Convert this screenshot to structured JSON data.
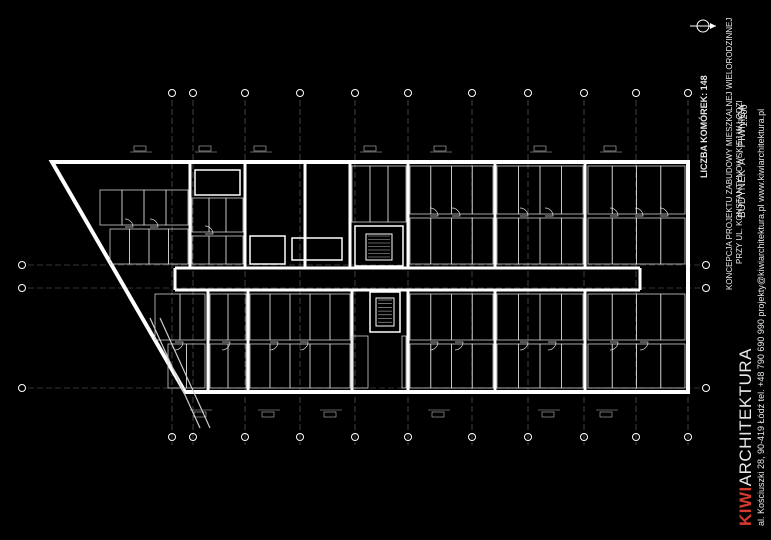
{
  "title_block": {
    "studio_brand": "KIWI",
    "studio_rest": "ARCHITEKTURA",
    "address": "al. Kościuszki 28, 90-419 Łódź  tel. +48 790 690 990  projekty@kiwiarchitektura.pl  www.kiwiarchitektura.pl",
    "project_line1": "KONCEPCJA PROJEKTU ZABUDOWY MIESZKALNEJ WIELORODZINNEJ",
    "project_line2": "PRZY UL. KONSTANTYNOWSKIEJ W ŁODZI",
    "building": "BUDYNEK 'A' - PIWNICA",
    "scale": "1:200",
    "storage_count": "LICZBA KOMÓREK: 148"
  },
  "colors": {
    "background": "#000000",
    "walls": "#ffffff",
    "lines": "#c8c8c8",
    "accent": "#d63a2f"
  },
  "icons": [
    "north-arrow-icon",
    "axis-marker-icon",
    "stair-icon",
    "door-swing-icon"
  ]
}
